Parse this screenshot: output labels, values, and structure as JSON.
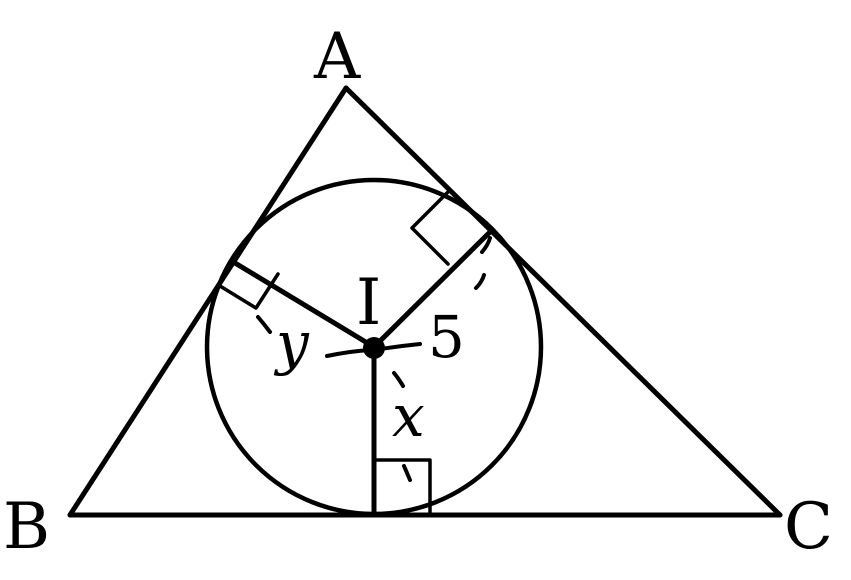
{
  "figure": {
    "vertices": {
      "a": "A",
      "b": "B",
      "c": "C"
    },
    "incenter": "I",
    "segments": {
      "ac_radius": "5",
      "ab_radius": "y",
      "bc_radius": "x"
    },
    "colors": {
      "stroke": "#000000",
      "background": "#ffffff"
    }
  }
}
